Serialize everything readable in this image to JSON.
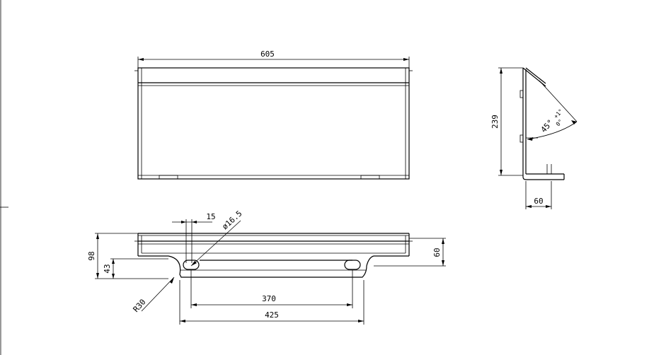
{
  "drawing": {
    "dimensions": {
      "top_width": "605",
      "side_height": "239",
      "side_depth": "60",
      "angle": "45°",
      "angle_plus": "+1°",
      "angle_minus": "0°",
      "slot_width": "15",
      "hole_diameter": "ø16.5",
      "front_height": "98",
      "front_lower": "43",
      "front_right": "60",
      "radius": "R30",
      "slot_spacing": "370",
      "overall_bottom": "425"
    },
    "colors": {
      "line": "#000000",
      "background": "#ffffff"
    }
  }
}
